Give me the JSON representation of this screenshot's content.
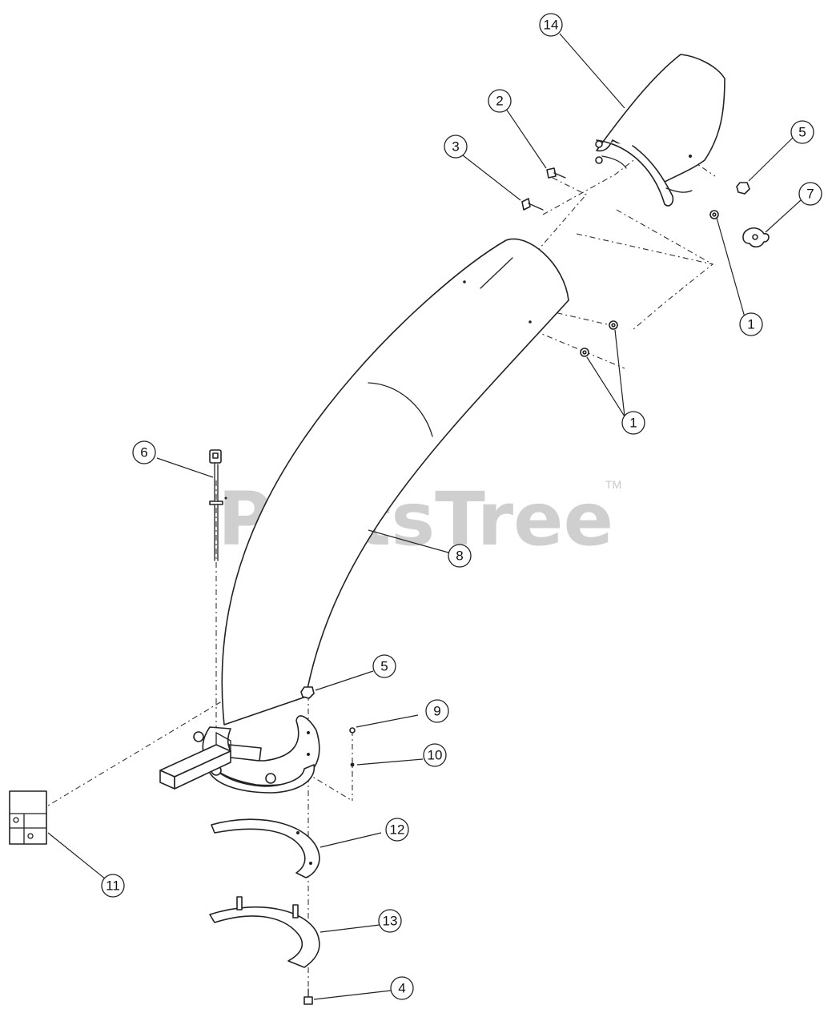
{
  "watermark": {
    "text": "PartsTree",
    "trademark": "TM"
  },
  "callouts": [
    {
      "id": "c14",
      "label": "14"
    },
    {
      "id": "c2",
      "label": "2"
    },
    {
      "id": "c3",
      "label": "3"
    },
    {
      "id": "c5a",
      "label": "5"
    },
    {
      "id": "c7",
      "label": "7"
    },
    {
      "id": "c1a",
      "label": "1"
    },
    {
      "id": "c1b",
      "label": "1"
    },
    {
      "id": "c6",
      "label": "6"
    },
    {
      "id": "c8",
      "label": "8"
    },
    {
      "id": "c5b",
      "label": "5"
    },
    {
      "id": "c9",
      "label": "9"
    },
    {
      "id": "c10",
      "label": "10"
    },
    {
      "id": "c11",
      "label": "11"
    },
    {
      "id": "c12",
      "label": "12"
    },
    {
      "id": "c13",
      "label": "13"
    },
    {
      "id": "c4",
      "label": "4"
    }
  ]
}
